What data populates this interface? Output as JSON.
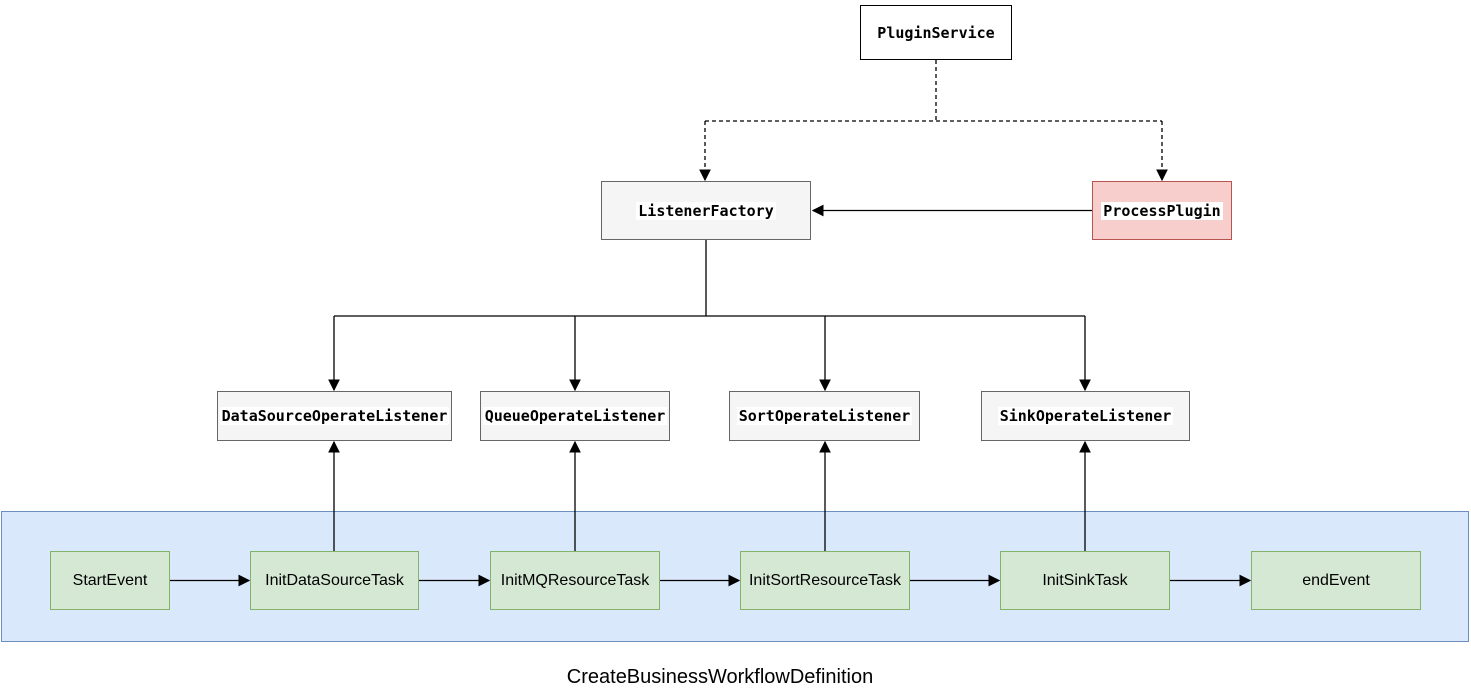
{
  "diagram": {
    "caption": "CreateBusinessWorkflowDefinition",
    "nodes": {
      "plugin_service": {
        "label": "PluginService"
      },
      "listener_factory": {
        "label": "ListenerFactory"
      },
      "process_plugin": {
        "label": "ProcessPlugin"
      },
      "listeners": [
        {
          "label": "DataSourceOperateListener"
        },
        {
          "label": "QueueOperateListener"
        },
        {
          "label": "SortOperateListener"
        },
        {
          "label": "SinkOperateListener"
        }
      ],
      "workflow_tasks": [
        {
          "label": "StartEvent"
        },
        {
          "label": "InitDataSourceTask"
        },
        {
          "label": "InitMQResourceTask"
        },
        {
          "label": "InitSortResourceTask"
        },
        {
          "label": "InitSinkTask"
        },
        {
          "label": "endEvent"
        }
      ]
    },
    "colors": {
      "plain_fill": "#ffffff",
      "plain_stroke": "#000000",
      "gray_fill": "#f5f5f5",
      "gray_stroke": "#666666",
      "red_fill": "#f8cecc",
      "red_stroke": "#b85450",
      "green_fill": "#d5e8d4",
      "green_stroke": "#82b366",
      "lane_fill": "#dae8fc",
      "lane_stroke": "#6c8ebf",
      "connector": "#000000"
    }
  }
}
